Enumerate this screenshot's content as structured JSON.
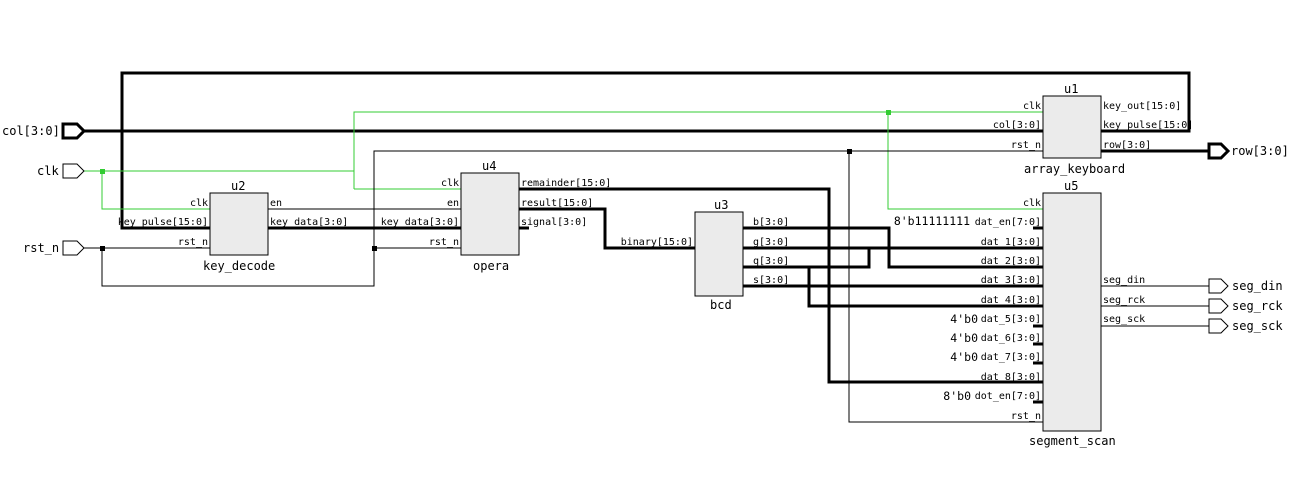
{
  "ports": {
    "col": "col[3:0]",
    "clk": "clk",
    "rst_n": "rst_n",
    "row": "row[3:0]",
    "seg_din": "seg_din",
    "seg_rck": "seg_rck",
    "seg_sck": "seg_sck"
  },
  "u1": {
    "instance": "u1",
    "module": "array_keyboard",
    "pins": {
      "clk": "clk",
      "col": "col[3:0]",
      "rst_n": "rst_n",
      "key_out": "key_out[15:0]",
      "key_pulse": "key_pulse[15:0]",
      "row": "row[3:0]"
    }
  },
  "u2": {
    "instance": "u2",
    "module": "key_decode",
    "pins": {
      "clk": "clk",
      "key_pulse": "key_pulse[15:0]",
      "rst_n": "rst_n",
      "en": "en",
      "key_data": "key_data[3:0]"
    }
  },
  "u4": {
    "instance": "u4",
    "module": "opera",
    "pins": {
      "clk": "clk",
      "en": "en",
      "key_data": "key_data[3:0]",
      "rst_n": "rst_n",
      "remainder": "remainder[15:0]",
      "result": "result[15:0]",
      "signal": "signal[3:0]"
    }
  },
  "u3": {
    "instance": "u3",
    "module": "bcd",
    "pins": {
      "binary": "binary[15:0]",
      "b": "b[3:0]",
      "g": "g[3:0]",
      "q": "q[3:0]",
      "s": "s[3:0]"
    }
  },
  "u5": {
    "instance": "u5",
    "module": "segment_scan",
    "pins": {
      "clk": "clk",
      "dat_en": "dat_en[7:0]",
      "dat_1": "dat_1[3:0]",
      "dat_2": "dat_2[3:0]",
      "dat_3": "dat_3[3:0]",
      "dat_4": "dat_4[3:0]",
      "dat_5": "dat_5[3:0]",
      "dat_6": "dat_6[3:0]",
      "dat_7": "dat_7[3:0]",
      "dat_8": "dat_8[3:0]",
      "dot_en": "dot_en[7:0]",
      "rst_n": "rst_n",
      "seg_din": "seg_din",
      "seg_rck": "seg_rck",
      "seg_sck": "seg_sck"
    },
    "constants": {
      "dat_en": "8'b11111111",
      "dat_5": "4'b0",
      "dat_6": "4'b0",
      "dat_7": "4'b0",
      "dot_en": "8'b0"
    }
  },
  "colors": {
    "clock_net": "#33cc33",
    "block_fill": "#ebebeb",
    "wire": "#000000"
  }
}
